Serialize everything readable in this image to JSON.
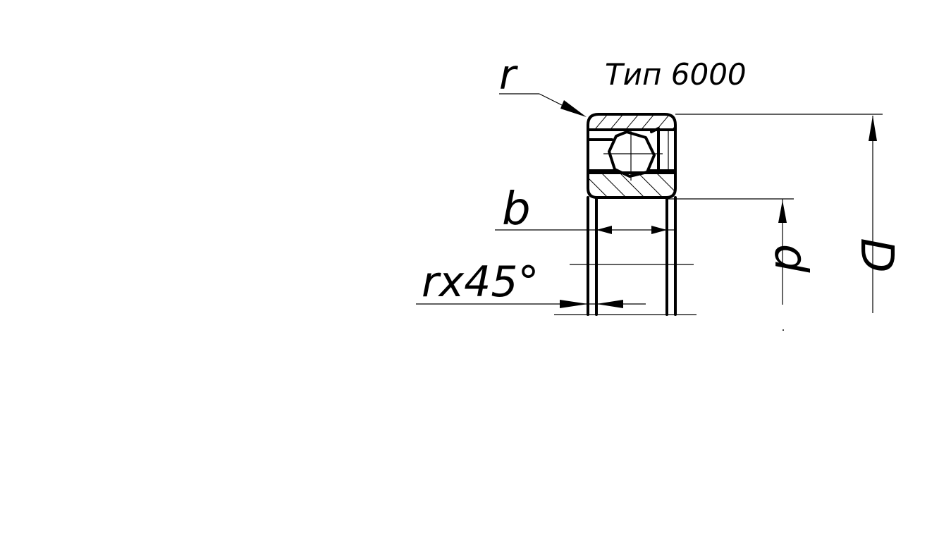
{
  "drawing": {
    "title": "Тип 6000",
    "labels": {
      "radius": "r",
      "width": "b",
      "chamfer": "rx45°",
      "bore_diameter": "d",
      "outer_diameter": "D"
    },
    "line_color": "#000000",
    "background_color": "#ffffff"
  }
}
